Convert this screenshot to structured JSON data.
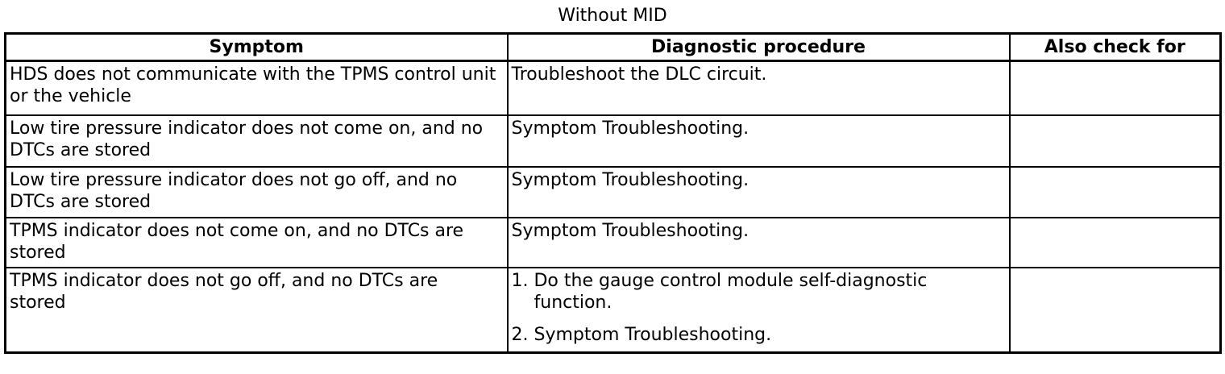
{
  "title": "Without MID",
  "colors": {
    "text": "#000000",
    "border": "#000000",
    "background": "#ffffff"
  },
  "table": {
    "headers": [
      "Symptom",
      "Diagnostic procedure",
      "Also check for"
    ],
    "rows": [
      {
        "symptom_lines": [
          "HDS does not communicate with the TPMS control unit",
          "or the vehicle"
        ],
        "procedure_lines": [
          "Troubleshoot the DLC circuit."
        ],
        "also_check_for": ""
      },
      {
        "symptom_lines": [
          "Low tire pressure indicator does not come on, and no",
          "DTCs are stored"
        ],
        "procedure_lines": [
          "Symptom Troubleshooting."
        ],
        "also_check_for": ""
      },
      {
        "symptom_lines": [
          "Low tire pressure indicator does not go off, and no",
          "DTCs are stored"
        ],
        "procedure_lines": [
          "Symptom Troubleshooting."
        ],
        "also_check_for": ""
      },
      {
        "symptom_lines": [
          "TPMS indicator does not come on, and no DTCs are",
          "stored"
        ],
        "procedure_lines": [
          "Symptom Troubleshooting."
        ],
        "also_check_for": ""
      },
      {
        "symptom_lines": [
          "TPMS indicator does not go off, and no DTCs are",
          "stored"
        ],
        "procedure_steps": [
          {
            "lines": [
              "1. Do the gauge control module self-diagnostic",
              "function."
            ]
          },
          {
            "lines": [
              "2. Symptom Troubleshooting."
            ]
          }
        ],
        "also_check_for": ""
      }
    ]
  }
}
